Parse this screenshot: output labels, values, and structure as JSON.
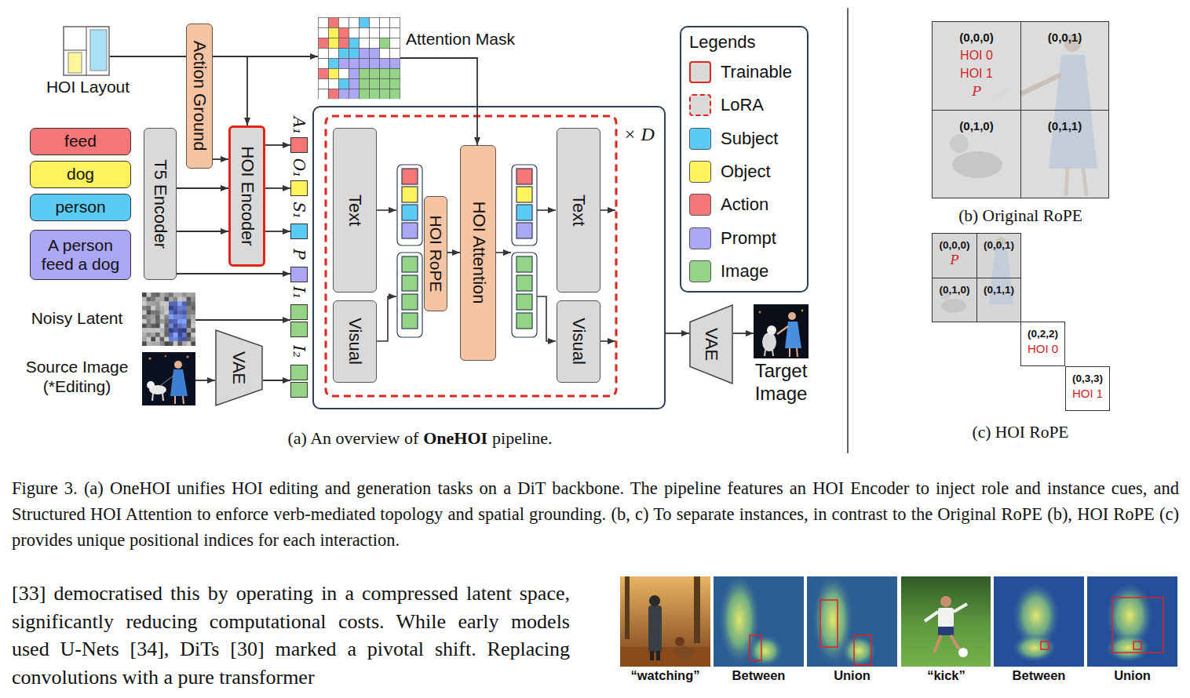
{
  "diagram": {
    "caption": "Figure 3. (a) OneHOI unifies HOI editing and generation tasks on a DiT backbone. The pipeline features an HOI Encoder to inject role and instance cues, and Structured HOI Attention to enforce verb-mediated topology and spatial grounding. (b, c) To separate instances, in contrast to the Original RoPE (b), HOI RoPE (c) provides unique positional indices for each interaction.",
    "nodes": [
      {
        "text": [
          "HOI Layout"
        ]
      },
      {
        "text": [
          "Action Ground"
        ]
      },
      {
        "text": [
          "Attention Mask"
        ]
      },
      {
        "text": [
          "feed"
        ]
      },
      {
        "text": [
          "dog"
        ]
      },
      {
        "text": [
          "person"
        ]
      },
      {
        "text": [
          "A person feed a dog"
        ]
      },
      {
        "text": [
          "T5 Encoder"
        ]
      },
      {
        "text": [
          "HOI Encoder"
        ]
      },
      {
        "text": [
          "A₁"
        ]
      },
      {
        "text": [
          "O₁"
        ]
      },
      {
        "text": [
          "S₁"
        ]
      },
      {
        "text": [
          "P"
        ]
      },
      {
        "text": [
          "I₁"
        ]
      },
      {
        "text": [
          "I₂"
        ]
      },
      {
        "text": [
          "Noisy Latent"
        ]
      },
      {
        "text": [
          "Source Image (*Editing)"
        ]
      },
      {
        "text": [
          "VAE"
        ]
      },
      {
        "text": [
          "× D"
        ]
      },
      {
        "text": [
          "Text"
        ],
        "in": 18
      },
      {
        "text": [
          "Visual"
        ],
        "in": 18
      },
      {
        "text": [
          "HOI RoPE"
        ],
        "in": 18
      },
      {
        "text": [
          "HOI Attention"
        ],
        "in": 18
      },
      {
        "text": [
          "Text"
        ],
        "in": 18
      },
      {
        "text": [
          "Visual"
        ],
        "in": 18
      },
      {
        "text": [
          "VAE"
        ]
      },
      {
        "text": [
          "Target Image"
        ]
      },
      {
        "text": [
          "(0,0,0)",
          "HOI 0",
          "HOI 1",
          "P"
        ]
      },
      {
        "text": [
          "(0,0,1)"
        ]
      },
      {
        "text": [
          "(0,1,0)"
        ]
      },
      {
        "text": [
          "(0,1,1)"
        ]
      },
      {
        "text": [
          "(0,0,0)",
          "P"
        ]
      },
      {
        "text": [
          "(0,0,1)"
        ]
      },
      {
        "text": [
          "(0,1,0)"
        ]
      },
      {
        "text": [
          "(0,1,1)"
        ]
      },
      {
        "text": [
          "(0,2,2)",
          "HOI 0"
        ]
      },
      {
        "text": [
          "(0,3,3)",
          "HOI 1"
        ]
      }
    ],
    "edges": [
      {
        "from": 0,
        "to": 8,
        "arrow": "to"
      },
      {
        "from": 0,
        "to": 2,
        "arrow": "to"
      },
      {
        "from": 1,
        "to": 8,
        "arrow": "to"
      },
      {
        "from": 7,
        "to": 8,
        "arrow": "to"
      },
      {
        "from": 7,
        "to": 8,
        "arrow": "to"
      },
      {
        "from": 7,
        "to": 12,
        "arrow": "to"
      },
      {
        "from": 8,
        "to": 9,
        "arrow": "to"
      },
      {
        "from": 8,
        "to": 10,
        "arrow": "to"
      },
      {
        "from": 8,
        "to": 11,
        "arrow": "to"
      },
      {
        "from": 15,
        "to": 13,
        "arrow": "to"
      },
      {
        "from": 16,
        "to": 17,
        "arrow": "to"
      },
      {
        "from": 17,
        "to": 14,
        "arrow": "to"
      },
      {
        "from": 2,
        "to": 22,
        "arrow": "to"
      },
      {
        "from": 21,
        "to": 22,
        "arrow": "to"
      },
      {
        "from": 18,
        "to": 25,
        "arrow": "to"
      },
      {
        "from": 25,
        "to": 26,
        "arrow": "to"
      }
    ],
    "labels": [
      "Legends",
      "(a) An overview of",
      "OneHOI",
      "pipeline.",
      "(b) Original RoPE",
      "(c) HOI RoPE",
      "[33] democratised this by operating in a compressed latent space, significantly reducing computational costs. While early models used U-Nets [34], DiTs [30] marked a pivotal shift. Replacing convolutions with a pure transformer",
      "“watching”",
      "Between",
      "Union",
      "“kick”",
      "Between",
      "Union"
    ],
    "legend": [
      {
        "text": "Trainable"
      },
      {
        "text": "LoRA"
      },
      {
        "text": "Subject",
        "color": "#5ccbf4"
      },
      {
        "text": "Object",
        "color": "#fff35c"
      },
      {
        "text": "Action",
        "color": "#f47676"
      },
      {
        "text": "Prompt",
        "color": "#aba7f5"
      },
      {
        "text": "Image",
        "color": "#95d387"
      }
    ]
  }
}
